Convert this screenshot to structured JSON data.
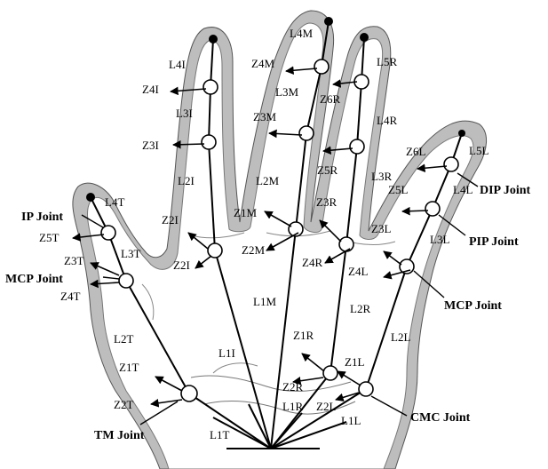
{
  "labels": {
    "L4I": "L4I",
    "Z4I": "Z4I",
    "L3I": "L3I",
    "Z3I": "Z3I",
    "L2I": "L2I",
    "Z2I_a": "Z2I",
    "Z2I_b": "Z2I",
    "L1I": "L1I",
    "L4M": "L4M",
    "Z4M": "Z4M",
    "L3M": "L3M",
    "Z3M": "Z3M",
    "L2M": "L2M",
    "Z1M": "Z1M",
    "Z2M": "Z2M",
    "L1M": "L1M",
    "L5R": "L5R",
    "Z6R": "Z6R",
    "L4R": "L4R",
    "Z5R": "Z5R",
    "L3R": "L3R",
    "Z3R": "Z3R",
    "Z4R": "Z4R",
    "L2R": "L2R",
    "Z1R": "Z1R",
    "Z2R": "Z2R",
    "Z6L": "Z6L",
    "L5L": "L5L",
    "Z5L": "Z5L",
    "L4L": "L4L",
    "Z3L": "Z3L",
    "L3L": "L3L",
    "Z4L": "Z4L",
    "L2L": "L2L",
    "Z1L": "Z1L",
    "L1L": "L1L",
    "L1R": "L1R",
    "Z2L": "Z2L",
    "L4T": "L4T",
    "Z5T": "Z5T",
    "L3T": "L3T",
    "Z3T": "Z3T",
    "Z4T": "Z4T",
    "L2T": "L2T",
    "Z1T": "Z1T",
    "Z2T": "Z2T",
    "L1T": "L1T",
    "dip_joint": "DIP Joint",
    "pip_joint": "PIP Joint",
    "mcp_joint_right": "MCP Joint",
    "cmc_joint": "CMC Joint",
    "ip_joint": "IP Joint",
    "mcp_joint_left": "MCP Joint",
    "tm_joint": "TM Joint"
  },
  "colors": {
    "silhouette_outer": "#bdbdbd",
    "silhouette_inner": "#ffffff",
    "line": "#000000"
  }
}
